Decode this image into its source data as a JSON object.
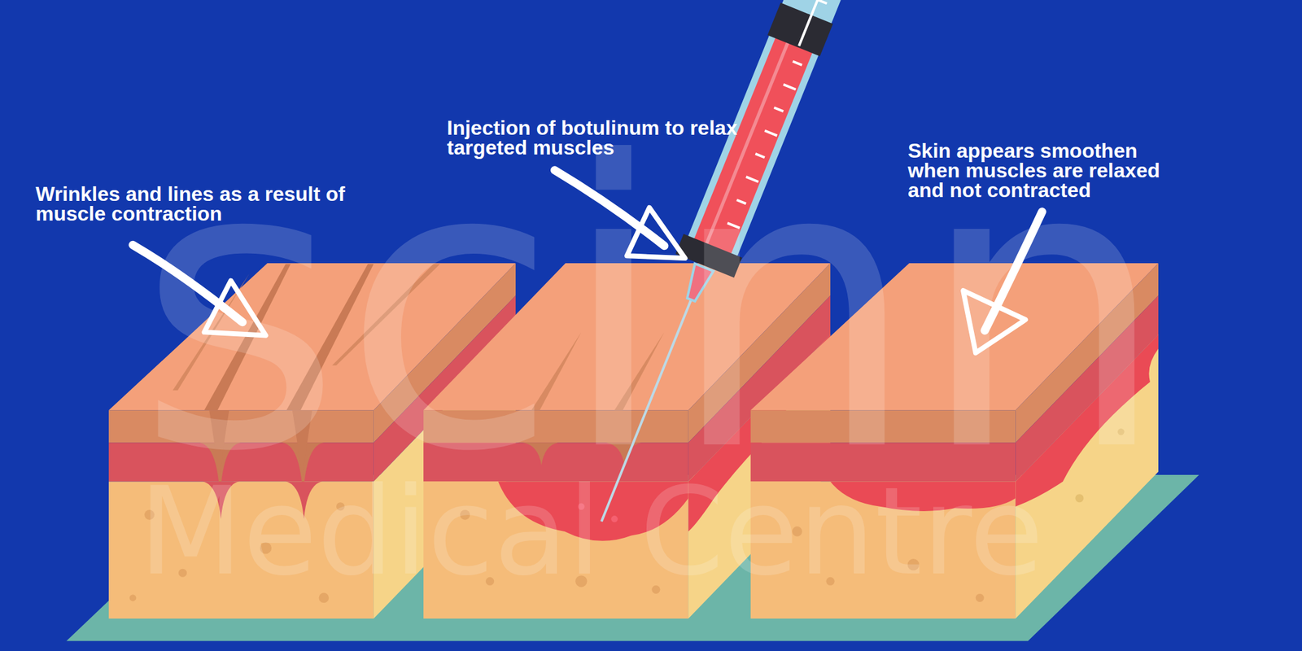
{
  "diagram": {
    "labels": [
      "Wrinkles and lines as a result of muscle contraction",
      "Injection of botulinum to relax targeted muscles",
      "Skin appears smoothen when muscles are relaxed and not contracted",
      "scinn",
      "Medical Centre"
    ]
  }
}
